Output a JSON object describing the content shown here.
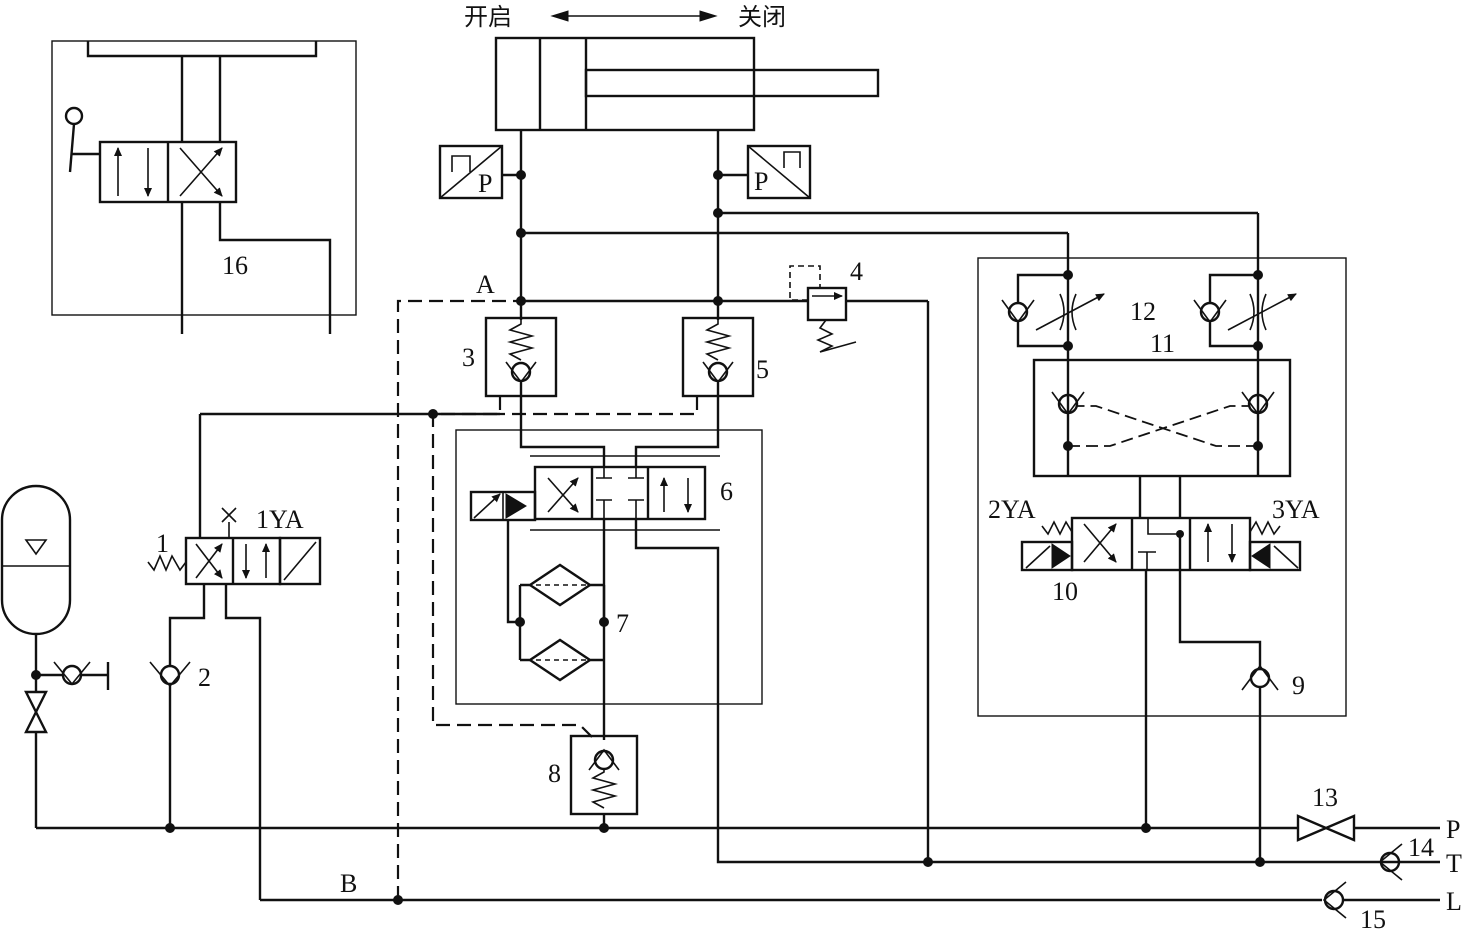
{
  "actuator": {
    "label_open": "开启",
    "label_close": "关闭"
  },
  "points": {
    "A": "A",
    "B": "B"
  },
  "components": {
    "c1": "1",
    "c1ya": "1YA",
    "c2": "2",
    "c3": "3",
    "c4": "4",
    "c5": "5",
    "c6": "6",
    "c7": "7",
    "c8": "8",
    "c9": "9",
    "c10": "10",
    "c11": "11",
    "c12": "12",
    "c13": "13",
    "c14": "14",
    "c15": "15",
    "c16": "16",
    "c2ya": "2YA",
    "c3ya": "3YA",
    "pressure_switch_left": "P",
    "pressure_switch_right": "P"
  },
  "ports": {
    "P": "P",
    "T": "T",
    "L": "L"
  }
}
